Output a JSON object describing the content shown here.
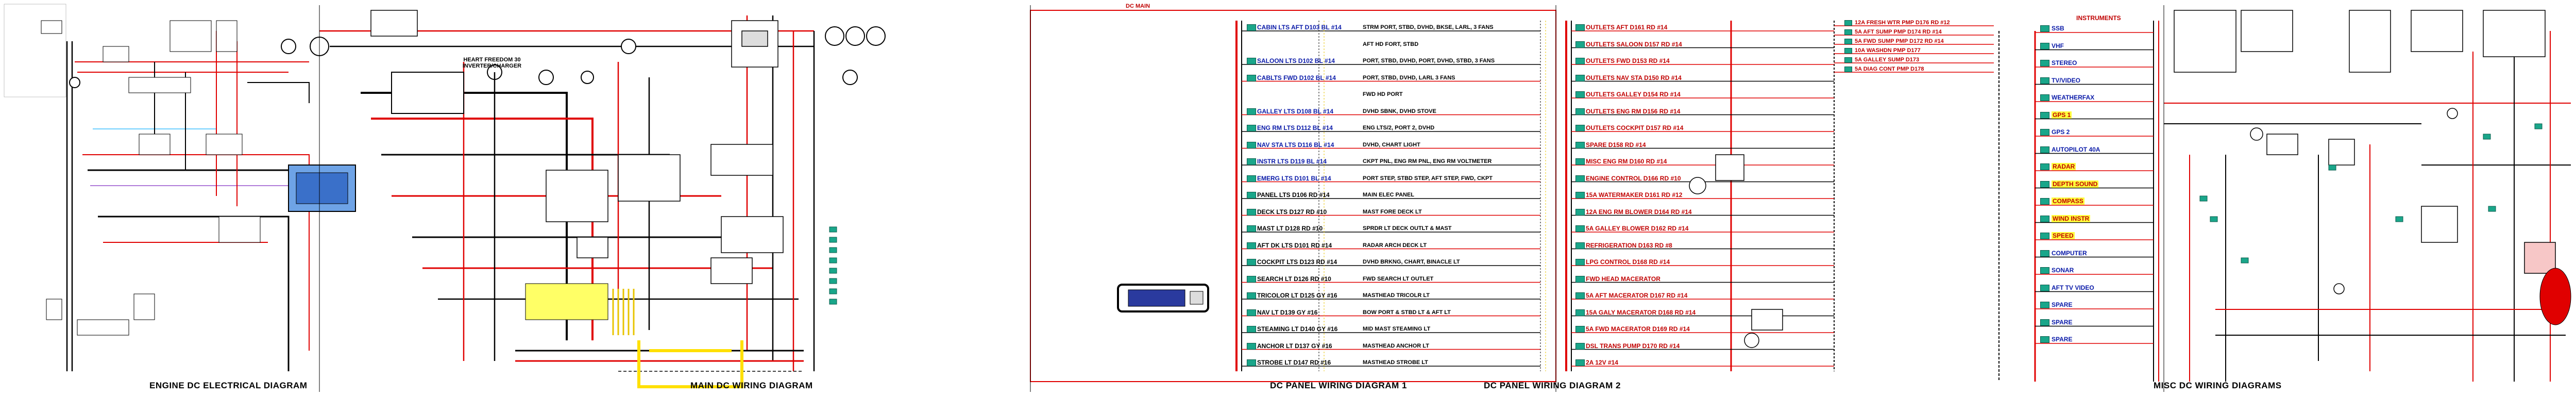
{
  "titles": {
    "engine": "ENGINE DC ELECTRICAL DIAGRAM",
    "main": "MAIN DC WIRING DIAGRAM",
    "panel1": "DC PANEL WIRING DIAGRAM 1",
    "panel2": "DC PANEL WIRING DIAGRAM 2",
    "misc": "MISC DC WIRING DIAGRAMS"
  },
  "inverter": {
    "line1": "HEART FREEDOM 30",
    "line2": "INVERTER/CHARGER"
  },
  "dc_main_label": "DC MAIN",
  "panel1_rows": [
    {
      "label": "CABIN LTS AFT D103 BL #14",
      "desc": "STRM PORT, STBD, DVHD, BKSE, LARL, 3 FANS",
      "style": "blue"
    },
    {
      "label": "",
      "desc": "AFT HD FORT, STBD",
      "style": "none"
    },
    {
      "label": "SALOON LTS D102 BL #14",
      "desc": "PORT, STBD, DVHD, PORT, DVHD, STBD, 3 FANS",
      "style": "blue"
    },
    {
      "label": "CABLTS FWD D102 BL #14",
      "desc": "PORT, STBD, DVHD, LARL 3 FANS",
      "style": "blue"
    },
    {
      "label": "",
      "desc": "FWD HD PORT",
      "style": "none"
    },
    {
      "label": "GALLEY LTS D108 BL #14",
      "desc": "DVHD SBNK, DVHD STOVE",
      "style": "blue"
    },
    {
      "label": "ENG RM LTS D112 BL #14",
      "desc": "ENG LTS/2, PORT 2, DVHD",
      "style": "blue"
    },
    {
      "label": "NAV STA LTS D116 BL #14",
      "desc": "DVHD, CHART LIGHT",
      "style": "blue"
    },
    {
      "label": "INSTR LTS D119 BL #14",
      "desc": "CKPT PNL, ENG RM PNL, ENG RM VOLTMETER",
      "style": "blue"
    },
    {
      "label": "EMERG LTS D101 BL #14",
      "desc": "PORT STEP, STBD STEP, AFT STEP, FWD, CKPT",
      "style": "blue"
    },
    {
      "label": "PANEL LTS D106 RD #14",
      "desc": "MAIN ELEC PANEL",
      "style": "none"
    },
    {
      "label": "DECK LTS D127 RD #10",
      "desc": "MAST FORE DECK LT",
      "style": "none"
    },
    {
      "label": "MAST LT D128 RD #10",
      "desc": "SPRDR LT DECK OUTLT & MAST",
      "style": "none"
    },
    {
      "label": "AFT DK LTS D101 RD #14",
      "desc": "RADAR ARCH DECK LT",
      "style": "none"
    },
    {
      "label": "COCKPIT LTS D123 RD #14",
      "desc": "DVHD BRKNG, CHART, BINACLE LT",
      "style": "none"
    },
    {
      "label": "SEARCH LT D126 RD #10",
      "desc": "FWD SEARCH LT OUTLET",
      "style": "none"
    },
    {
      "label": "TRICOLOR LT D125 GY #16",
      "desc": "MASTHEAD TRICOLR LT",
      "style": "none"
    },
    {
      "label": "NAV LT D139 GY #16",
      "desc": "BOW PORT & STBD LT & AFT LT",
      "style": "none"
    },
    {
      "label": "STEAMING LT D140 GY #16",
      "desc": "MID MAST STEAMING LT",
      "style": "none"
    },
    {
      "label": "ANCHOR LT D137 GY #16",
      "desc": "MASTHEAD ANCHOR LT",
      "style": "none"
    },
    {
      "label": "STROBE LT D147 RD #16",
      "desc": "MASTHEAD STROBE LT",
      "style": "none"
    }
  ],
  "panel2_rows": [
    {
      "label": "OUTLETS AFT D161 RD #14",
      "style": "red"
    },
    {
      "label": "OUTLETS SALOON D157 RD #14",
      "style": "red"
    },
    {
      "label": "OUTLETS FWD D153 RD #14",
      "style": "red"
    },
    {
      "label": "OUTLETS NAV STA D150 RD #14",
      "style": "red"
    },
    {
      "label": "OUTLETS GALLEY D154 RD #14",
      "style": "red"
    },
    {
      "label": "OUTLETS ENG RM D156 RD #14",
      "style": "red"
    },
    {
      "label": "OUTLETS COCKPIT D157 RD #14",
      "style": "red"
    },
    {
      "label": "SPARE D158 RD #14",
      "style": "red"
    },
    {
      "label": "MISC ENG RM D160 RD #14",
      "style": "red"
    },
    {
      "label": "ENGINE CONTROL D166 RD #10",
      "style": "red"
    },
    {
      "label": "15A WATERMAKER D161 RD #12",
      "style": "red"
    },
    {
      "label": "12A ENG RM BLOWER D164 RD #14",
      "style": "red"
    },
    {
      "label": "5A GALLEY BLOWER D162 RD #14",
      "style": "red"
    },
    {
      "label": "REFRIGERATION D163 RD #8",
      "style": "red"
    },
    {
      "label": "LPG CONTROL D168 RD #14",
      "style": "red"
    },
    {
      "label": "FWD HEAD MACERATOR",
      "style": "red"
    },
    {
      "label": "5A AFT MACERATOR D167 RD #14",
      "style": "red"
    },
    {
      "label": "15A GALY MACERATOR D168 RD #14",
      "style": "red"
    },
    {
      "label": "5A FWD MACERATOR D169 RD #14",
      "style": "red"
    },
    {
      "label": "DSL TRANS PUMP D170 RD #14",
      "style": "red"
    },
    {
      "label": "2A 12V #14",
      "style": "red"
    }
  ],
  "pumps": [
    {
      "label": "12A FRESH WTR PMP D176 RD #12"
    },
    {
      "label": "5A AFT SUMP PMP D174 RD #14"
    },
    {
      "label": "5A FWD SUMP PMP D172 RD #14"
    },
    {
      "label": "10A WASHDN PMP D177"
    },
    {
      "label": "5A GALLEY SUMP D173"
    },
    {
      "label": "5A DIAG CONT PMP D178"
    }
  ],
  "instruments_title": "INSTRUMENTS",
  "instruments": [
    {
      "label": "SSB",
      "style": "blue"
    },
    {
      "label": "VHF",
      "style": "blue"
    },
    {
      "label": "STEREO",
      "style": "blue"
    },
    {
      "label": "TV/VIDEO",
      "style": "blue"
    },
    {
      "label": "WEATHERFAX",
      "style": "blue"
    },
    {
      "label": "GPS 1",
      "style": "yellow"
    },
    {
      "label": "GPS 2",
      "style": "blue"
    },
    {
      "label": "AUTOPILOT 40A",
      "style": "blue"
    },
    {
      "label": "RADAR",
      "style": "yellow"
    },
    {
      "label": "DEPTH SOUND",
      "style": "yellow"
    },
    {
      "label": "COMPASS",
      "style": "yellow"
    },
    {
      "label": "WIND INSTR",
      "style": "yellow"
    },
    {
      "label": "SPEED",
      "style": "yellow"
    },
    {
      "label": "COMPUTER",
      "style": "blue"
    },
    {
      "label": "SONAR",
      "style": "blue"
    },
    {
      "label": "AFT TV VIDEO",
      "style": "blue"
    },
    {
      "label": "SPARE",
      "style": "blue"
    },
    {
      "label": "SPARE",
      "style": "blue"
    },
    {
      "label": "SPARE",
      "style": "blue"
    }
  ],
  "colors": {
    "red": "#e00000",
    "black": "#000000",
    "blue": "#0a1aa8",
    "green_breaker": "#1aa68a",
    "yellow": "#ffe000",
    "purple": "#b07bd9",
    "cyan": "#6fd0ff"
  }
}
